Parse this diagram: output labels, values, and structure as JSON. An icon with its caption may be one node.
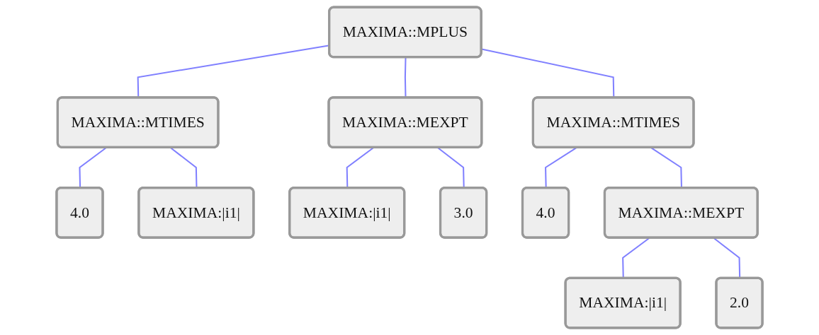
{
  "diagram": {
    "nodes": [
      {
        "text": [
          "MAXIMA::MPLUS"
        ]
      },
      {
        "text": [
          "MAXIMA::MTIMES"
        ]
      },
      {
        "text": [
          "MAXIMA::MTIMES"
        ]
      },
      {
        "text": [
          "MAXIMA::MEXPT"
        ]
      },
      {
        "text": [
          "4.0"
        ]
      },
      {
        "text": [
          "MAXIMA:|i1|"
        ]
      },
      {
        "text": [
          "MAXIMA:|i1|"
        ]
      },
      {
        "text": [
          "3.0"
        ]
      },
      {
        "text": [
          "4.0"
        ]
      },
      {
        "text": [
          "MAXIMA::MEXPT"
        ]
      },
      {
        "text": [
          "MAXIMA:|i1|"
        ]
      },
      {
        "text": [
          "2.0"
        ]
      }
    ],
    "edges": [
      {
        "from": 0,
        "to": 1,
        "arrow": "none"
      },
      {
        "from": 0,
        "to": 2,
        "arrow": "none"
      },
      {
        "from": 0,
        "to": 3,
        "arrow": "none"
      },
      {
        "from": 1,
        "to": 4,
        "arrow": "none"
      },
      {
        "from": 1,
        "to": 5,
        "arrow": "none"
      },
      {
        "from": 2,
        "to": 8,
        "arrow": "none"
      },
      {
        "from": 2,
        "to": 9,
        "arrow": "none"
      },
      {
        "from": 3,
        "to": 6,
        "arrow": "none"
      },
      {
        "from": 3,
        "to": 7,
        "arrow": "none"
      },
      {
        "from": 9,
        "to": 10,
        "arrow": "none"
      },
      {
        "from": 9,
        "to": 11,
        "arrow": "none"
      }
    ]
  }
}
